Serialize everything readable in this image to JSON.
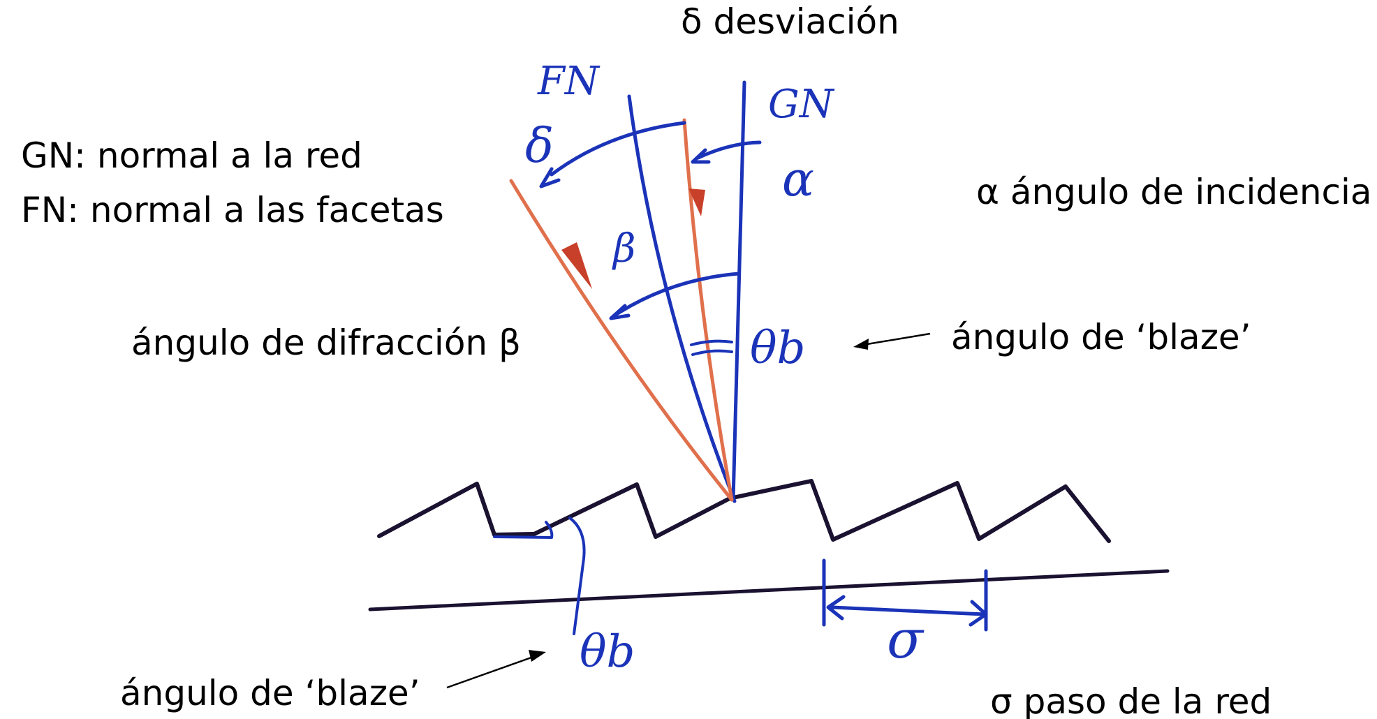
{
  "labels": {
    "deviation": "δ desviación",
    "gn_def": "GN: normal a la red",
    "fn_def": "FN: normal a las facetas",
    "incidence": "α ángulo de incidencia",
    "diffraction": "ángulo de difracción β",
    "blaze_right": "ángulo de ‘blaze’",
    "blaze_bottom": "ángulo de ‘blaze’",
    "pitch": "σ paso de la red"
  },
  "handwritten": {
    "fn": "FN",
    "gn": "GN",
    "delta": "δ",
    "alpha": "α",
    "beta": "β",
    "theta_b_upper": "θb",
    "theta_b_lower": "θb",
    "sigma": "σ"
  },
  "colors": {
    "normals": "#1a33b8",
    "rays": "#e0704c",
    "arrowheads": "#c8402a",
    "grating": "#1a1230",
    "text": "#000000"
  }
}
